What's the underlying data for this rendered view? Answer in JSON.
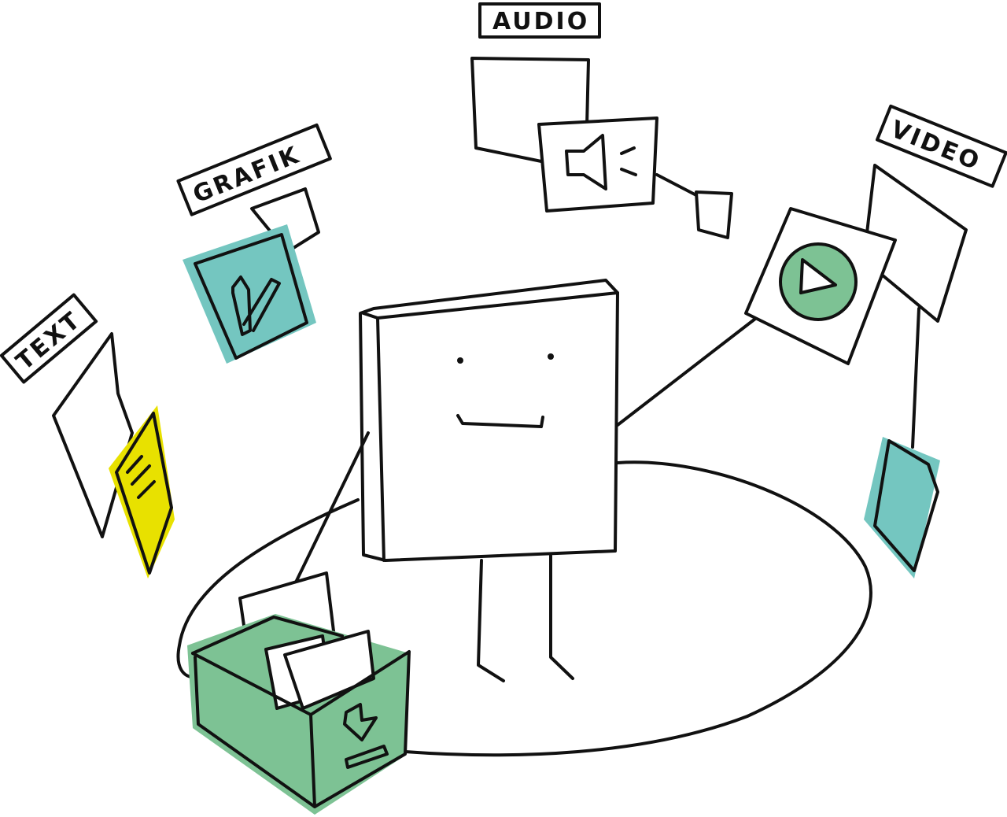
{
  "labels": {
    "text": "TEXT",
    "grafik": "GRAFIK",
    "audio": "AUDIO",
    "video": "VIDEO"
  },
  "icons": [
    "document-lines-icon",
    "pencil-icon",
    "speaker-icon",
    "play-icon",
    "download-box-icon"
  ],
  "colors": {
    "yellow": "#e8e100",
    "teal": "#74c6c0",
    "green": "#7dc294",
    "outline": "#111111"
  }
}
